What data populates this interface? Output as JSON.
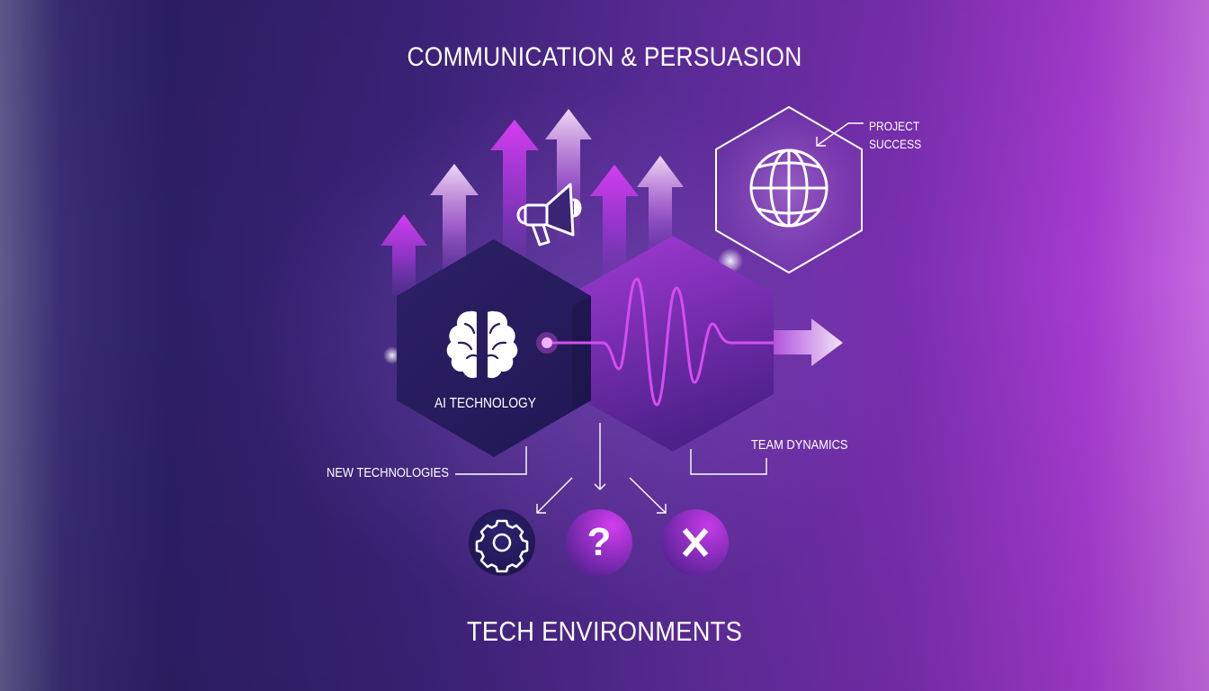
{
  "header": {
    "title": "COMMUNICATION & PERSUASION"
  },
  "footer": {
    "title": "TECH ENVIRONMENTS"
  },
  "hexagons": {
    "ai": {
      "label": "AI TECHNOLOGY",
      "icon": "brain-icon",
      "color": "#2a1c5e"
    },
    "wave": {
      "label": "",
      "icon": "waveform-icon",
      "color": "#8a2fc4"
    },
    "project": {
      "label": "",
      "icon": "globe-icon",
      "outline_color": "#ffffff"
    }
  },
  "callouts": {
    "project_success": {
      "line1": "PROJECT",
      "line2": "SUCCESS"
    },
    "new_technologies": "NEW TECHNOLOGIES",
    "team_dynamics": "TEAM DYNAMICS"
  },
  "decorations": {
    "megaphone": "megaphone-icon",
    "up_arrows_count": 6,
    "right_arrow": "arrow-right-icon"
  },
  "bottom_icons": [
    {
      "name": "gear-icon",
      "glyph": "",
      "color": "#2a1c5e"
    },
    {
      "name": "question-icon",
      "glyph": "?",
      "color": "#b23ee0"
    },
    {
      "name": "cross-icon",
      "glyph": "",
      "color": "#9a33cf"
    }
  ],
  "colors": {
    "accent_magenta": "#d23df0",
    "deep_indigo": "#2a1c5e",
    "text": "#ffffff"
  }
}
